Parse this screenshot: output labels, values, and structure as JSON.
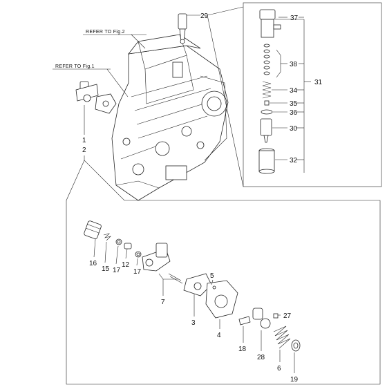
{
  "references": {
    "fig2": "REFER TO Fig.2",
    "fig1": "REFER TO Fig.1"
  },
  "callouts": {
    "p29": "29",
    "p37": "37",
    "p38": "38",
    "p34": "34",
    "p31": "31",
    "p35": "35",
    "p36": "36",
    "p30": "30",
    "p32": "32",
    "p1": "1",
    "p2": "2",
    "p16": "16",
    "p15": "15",
    "p17a": "17",
    "p12": "12",
    "p17b": "17",
    "p7": "7",
    "p5": "5",
    "p3": "3",
    "p4": "4",
    "p27": "27",
    "p18": "18",
    "p28": "28",
    "p6": "6",
    "p19": "19"
  }
}
